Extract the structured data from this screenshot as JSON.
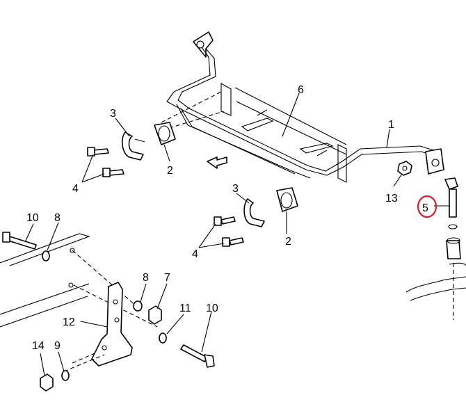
{
  "diagram": {
    "callouts": {
      "c1": "1",
      "c2a": "2",
      "c2b": "2",
      "c3a": "3",
      "c3b": "3",
      "c4a": "4",
      "c4b": "4",
      "c5": "5",
      "c6": "6",
      "c7": "7",
      "c8a": "8",
      "c8b": "8",
      "c9": "9",
      "c10a": "10",
      "c10b": "10",
      "c11": "11",
      "c12": "12",
      "c13": "13",
      "c14": "14"
    },
    "highlight_color": "#d0202a",
    "highlighted_callout": "5"
  }
}
